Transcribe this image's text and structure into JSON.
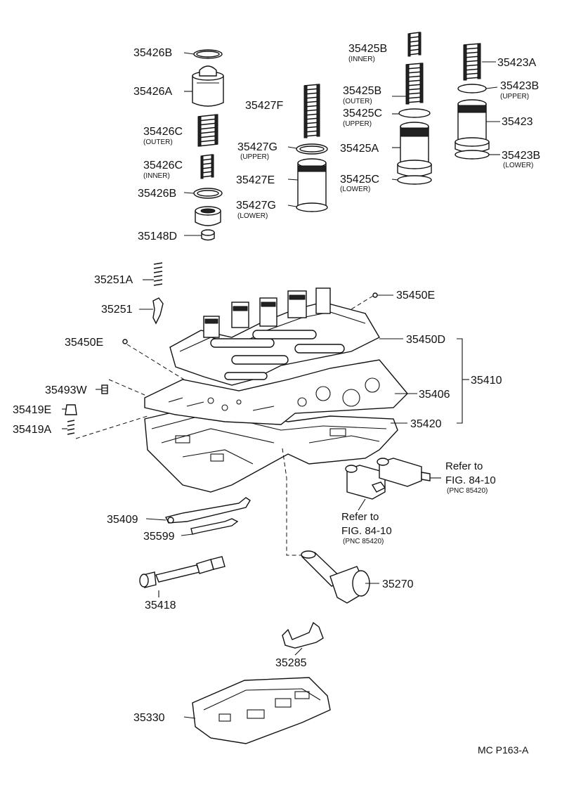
{
  "labels": {
    "l35426B_top": "35426B",
    "l35426A": "35426A",
    "l35426C_outer": "35426C",
    "l35426C_outer_sub": "(OUTER)",
    "l35426C_inner": "35426C",
    "l35426C_inner_sub": "(INNER)",
    "l35426B_bot": "35426B",
    "l35148D": "35148D",
    "l35427F": "35427F",
    "l35427G_upper": "35427G",
    "l35427G_upper_sub": "(UPPER)",
    "l35427E": "35427E",
    "l35427G_lower": "35427G",
    "l35427G_lower_sub": "(LOWER)",
    "l35425B_inner": "35425B",
    "l35425B_inner_sub": "(INNER)",
    "l35425B_outer": "35425B",
    "l35425B_outer_sub": "(OUTER)",
    "l35425C_upper": "35425C",
    "l35425C_upper_sub": "(UPPER)",
    "l35425A": "35425A",
    "l35425C_lower": "35425C",
    "l35425C_lower_sub": "(LOWER)",
    "l35423A": "35423A",
    "l35423B_upper": "35423B",
    "l35423B_upper_sub": "(UPPER)",
    "l35423": "35423",
    "l35423B_lower": "35423B",
    "l35423B_lower_sub": "(LOWER)",
    "l35251A": "35251A",
    "l35251": "35251",
    "l35450E_right": "35450E",
    "l35450E_left": "35450E",
    "l35450D": "35450D",
    "l35410": "35410",
    "l35493W": "35493W",
    "l35406": "35406",
    "l35419E": "35419E",
    "l35419A": "35419A",
    "l35420": "35420",
    "l35409": "35409",
    "l35599": "35599",
    "l35418": "35418",
    "l35270": "35270",
    "l35285": "35285",
    "l35330": "35330"
  },
  "refs": {
    "right_line1": "Refer to",
    "right_line2": "FIG. 84-10",
    "right_line3": "(PNC 85420)",
    "left_line1": "Refer to",
    "left_line2": "FIG. 84-10",
    "left_line3": "(PNC 85420)"
  },
  "footer": {
    "code": "MC P163-A"
  }
}
